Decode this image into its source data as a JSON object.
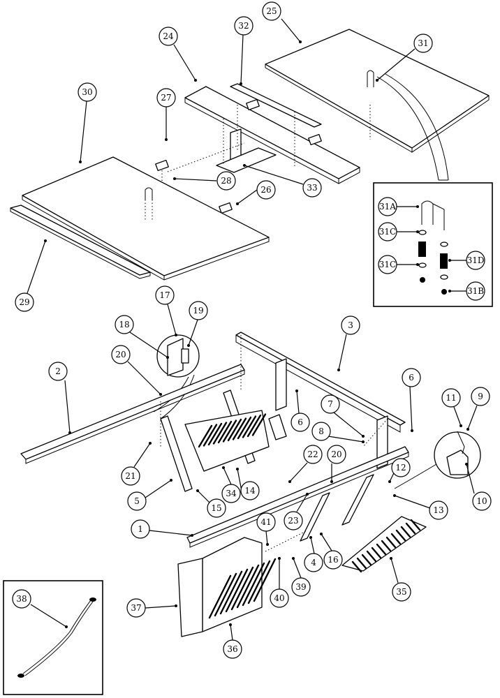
{
  "callouts": [
    {
      "id": "c1",
      "label": "1"
    },
    {
      "id": "c2",
      "label": "2"
    },
    {
      "id": "c3",
      "label": "3"
    },
    {
      "id": "c4",
      "label": "4"
    },
    {
      "id": "c5",
      "label": "5"
    },
    {
      "id": "c6a",
      "label": "6"
    },
    {
      "id": "c6b",
      "label": "6"
    },
    {
      "id": "c7",
      "label": "7"
    },
    {
      "id": "c8",
      "label": "8"
    },
    {
      "id": "c9",
      "label": "9"
    },
    {
      "id": "c10",
      "label": "10"
    },
    {
      "id": "c11",
      "label": "11"
    },
    {
      "id": "c12",
      "label": "12"
    },
    {
      "id": "c13",
      "label": "13"
    },
    {
      "id": "c14",
      "label": "14"
    },
    {
      "id": "c15",
      "label": "15"
    },
    {
      "id": "c16",
      "label": "16"
    },
    {
      "id": "c17",
      "label": "17"
    },
    {
      "id": "c18",
      "label": "18"
    },
    {
      "id": "c19",
      "label": "19"
    },
    {
      "id": "c20a",
      "label": "20"
    },
    {
      "id": "c20b",
      "label": "20"
    },
    {
      "id": "c21",
      "label": "21"
    },
    {
      "id": "c22",
      "label": "22"
    },
    {
      "id": "c23",
      "label": "23"
    },
    {
      "id": "c24",
      "label": "24"
    },
    {
      "id": "c25",
      "label": "25"
    },
    {
      "id": "c26",
      "label": "26"
    },
    {
      "id": "c27",
      "label": "27"
    },
    {
      "id": "c28",
      "label": "28"
    },
    {
      "id": "c29",
      "label": "29"
    },
    {
      "id": "c30",
      "label": "30"
    },
    {
      "id": "c31",
      "label": "31"
    },
    {
      "id": "c31A",
      "label": "31A"
    },
    {
      "id": "c31C1",
      "label": "31C"
    },
    {
      "id": "c31C2",
      "label": "31C"
    },
    {
      "id": "c31D",
      "label": "31D"
    },
    {
      "id": "c31B",
      "label": "31B"
    },
    {
      "id": "c32",
      "label": "32"
    },
    {
      "id": "c33",
      "label": "33"
    },
    {
      "id": "c34",
      "label": "34"
    },
    {
      "id": "c35",
      "label": "35"
    },
    {
      "id": "c36",
      "label": "36"
    },
    {
      "id": "c37",
      "label": "37"
    },
    {
      "id": "c38",
      "label": "38"
    },
    {
      "id": "c39",
      "label": "39"
    },
    {
      "id": "c40",
      "label": "40"
    },
    {
      "id": "c41",
      "label": "41"
    }
  ]
}
